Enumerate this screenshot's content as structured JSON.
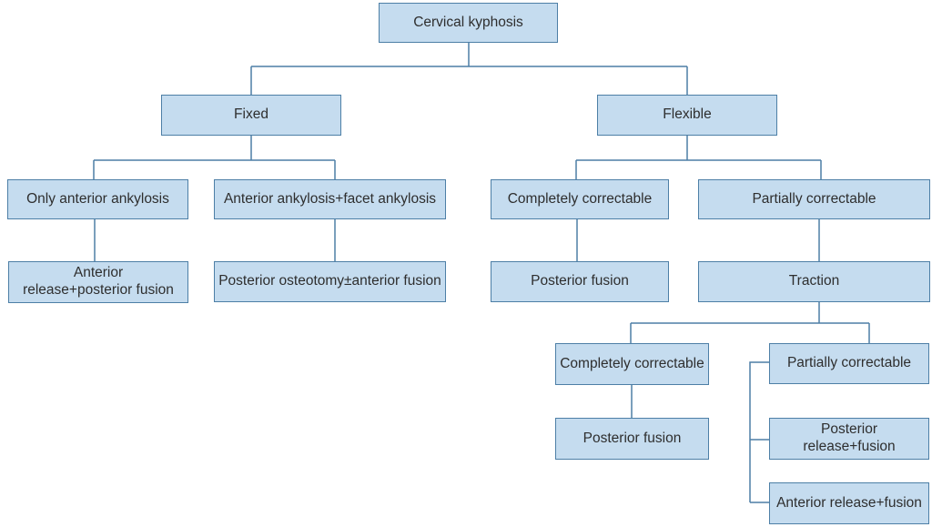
{
  "colors": {
    "box_fill": "#c5dcef",
    "box_border": "#4d7fa6",
    "line": "#4d7fa6",
    "text": "#2e2e2e"
  },
  "nodes": {
    "root": "Cervical kyphosis",
    "fixed": "Fixed",
    "flexible": "Flexible",
    "only_anterior": "Only anterior ankylosis",
    "anterior_facet": "Anterior ankylosis+facet ankylosis",
    "completely_correctable": "Completely correctable",
    "partially_correctable": "Partially correctable",
    "anterior_release_posterior_fusion": "Anterior release+posterior fusion",
    "posterior_osteotomy": "Posterior osteotomy±anterior fusion",
    "posterior_fusion": "Posterior fusion",
    "traction": "Traction",
    "traction_completely_correctable": "Completely correctable",
    "traction_partially_correctable": "Partially correctable",
    "traction_posterior_fusion": "Posterior fusion",
    "posterior_release_fusion": "Posterior release+fusion",
    "anterior_release_fusion": "Anterior release+fusion"
  }
}
